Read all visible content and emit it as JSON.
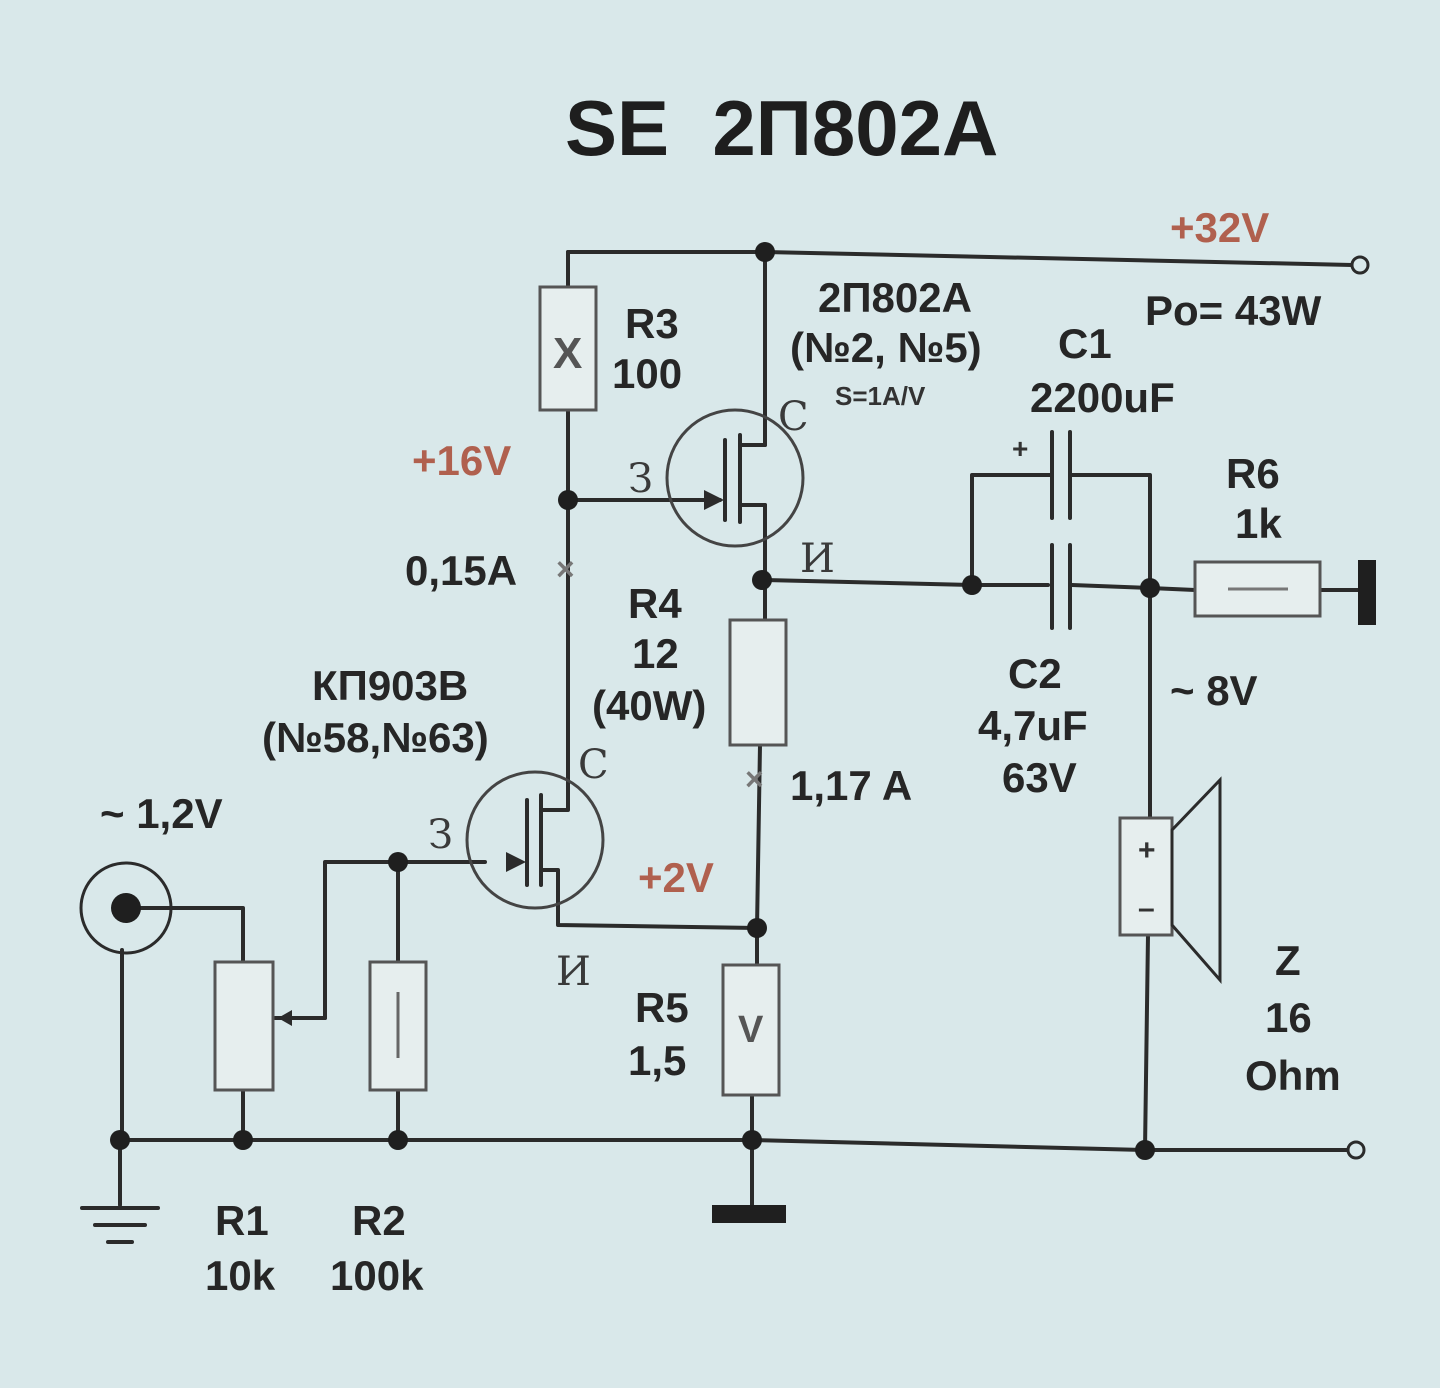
{
  "title": "SE  2П802А",
  "supply": {
    "voltage": "+32V",
    "power": "Pо= 43W"
  },
  "q2": {
    "type": "2П802А",
    "numbers": "(№2, №5)",
    "slope": "S=1A/V",
    "drain": "С",
    "gate": "З",
    "source": "И"
  },
  "q1": {
    "type": "КП903В",
    "numbers": "(№58,№63)",
    "drain": "С",
    "gate": "З",
    "source": "И"
  },
  "r3": {
    "name": "R3",
    "value": "100",
    "mark": "X"
  },
  "r4": {
    "name": "R4",
    "value": "12",
    "power": "(40W)"
  },
  "r5": {
    "name": "R5",
    "value": "1,5",
    "mark": "V"
  },
  "r1": {
    "name": "R1",
    "value": "10k"
  },
  "r2": {
    "name": "R2",
    "value": "100k",
    "mark": "I"
  },
  "r6": {
    "name": "R6",
    "value": "1k",
    "mark": "—"
  },
  "c1": {
    "name": "C1",
    "value": "2200uF",
    "polarity": "+"
  },
  "c2": {
    "name": "C2",
    "value": "4,7uF",
    "voltage": "63V"
  },
  "speaker": {
    "name": "Z",
    "value": "16",
    "unit": "Ohm",
    "plus": "+",
    "minus": "–"
  },
  "annotations": {
    "v16": "+16V",
    "v2": "+2V",
    "i015": "0,15A",
    "i117": "1,17 A",
    "vin": "~ 1,2V",
    "vout": "~ 8V"
  }
}
